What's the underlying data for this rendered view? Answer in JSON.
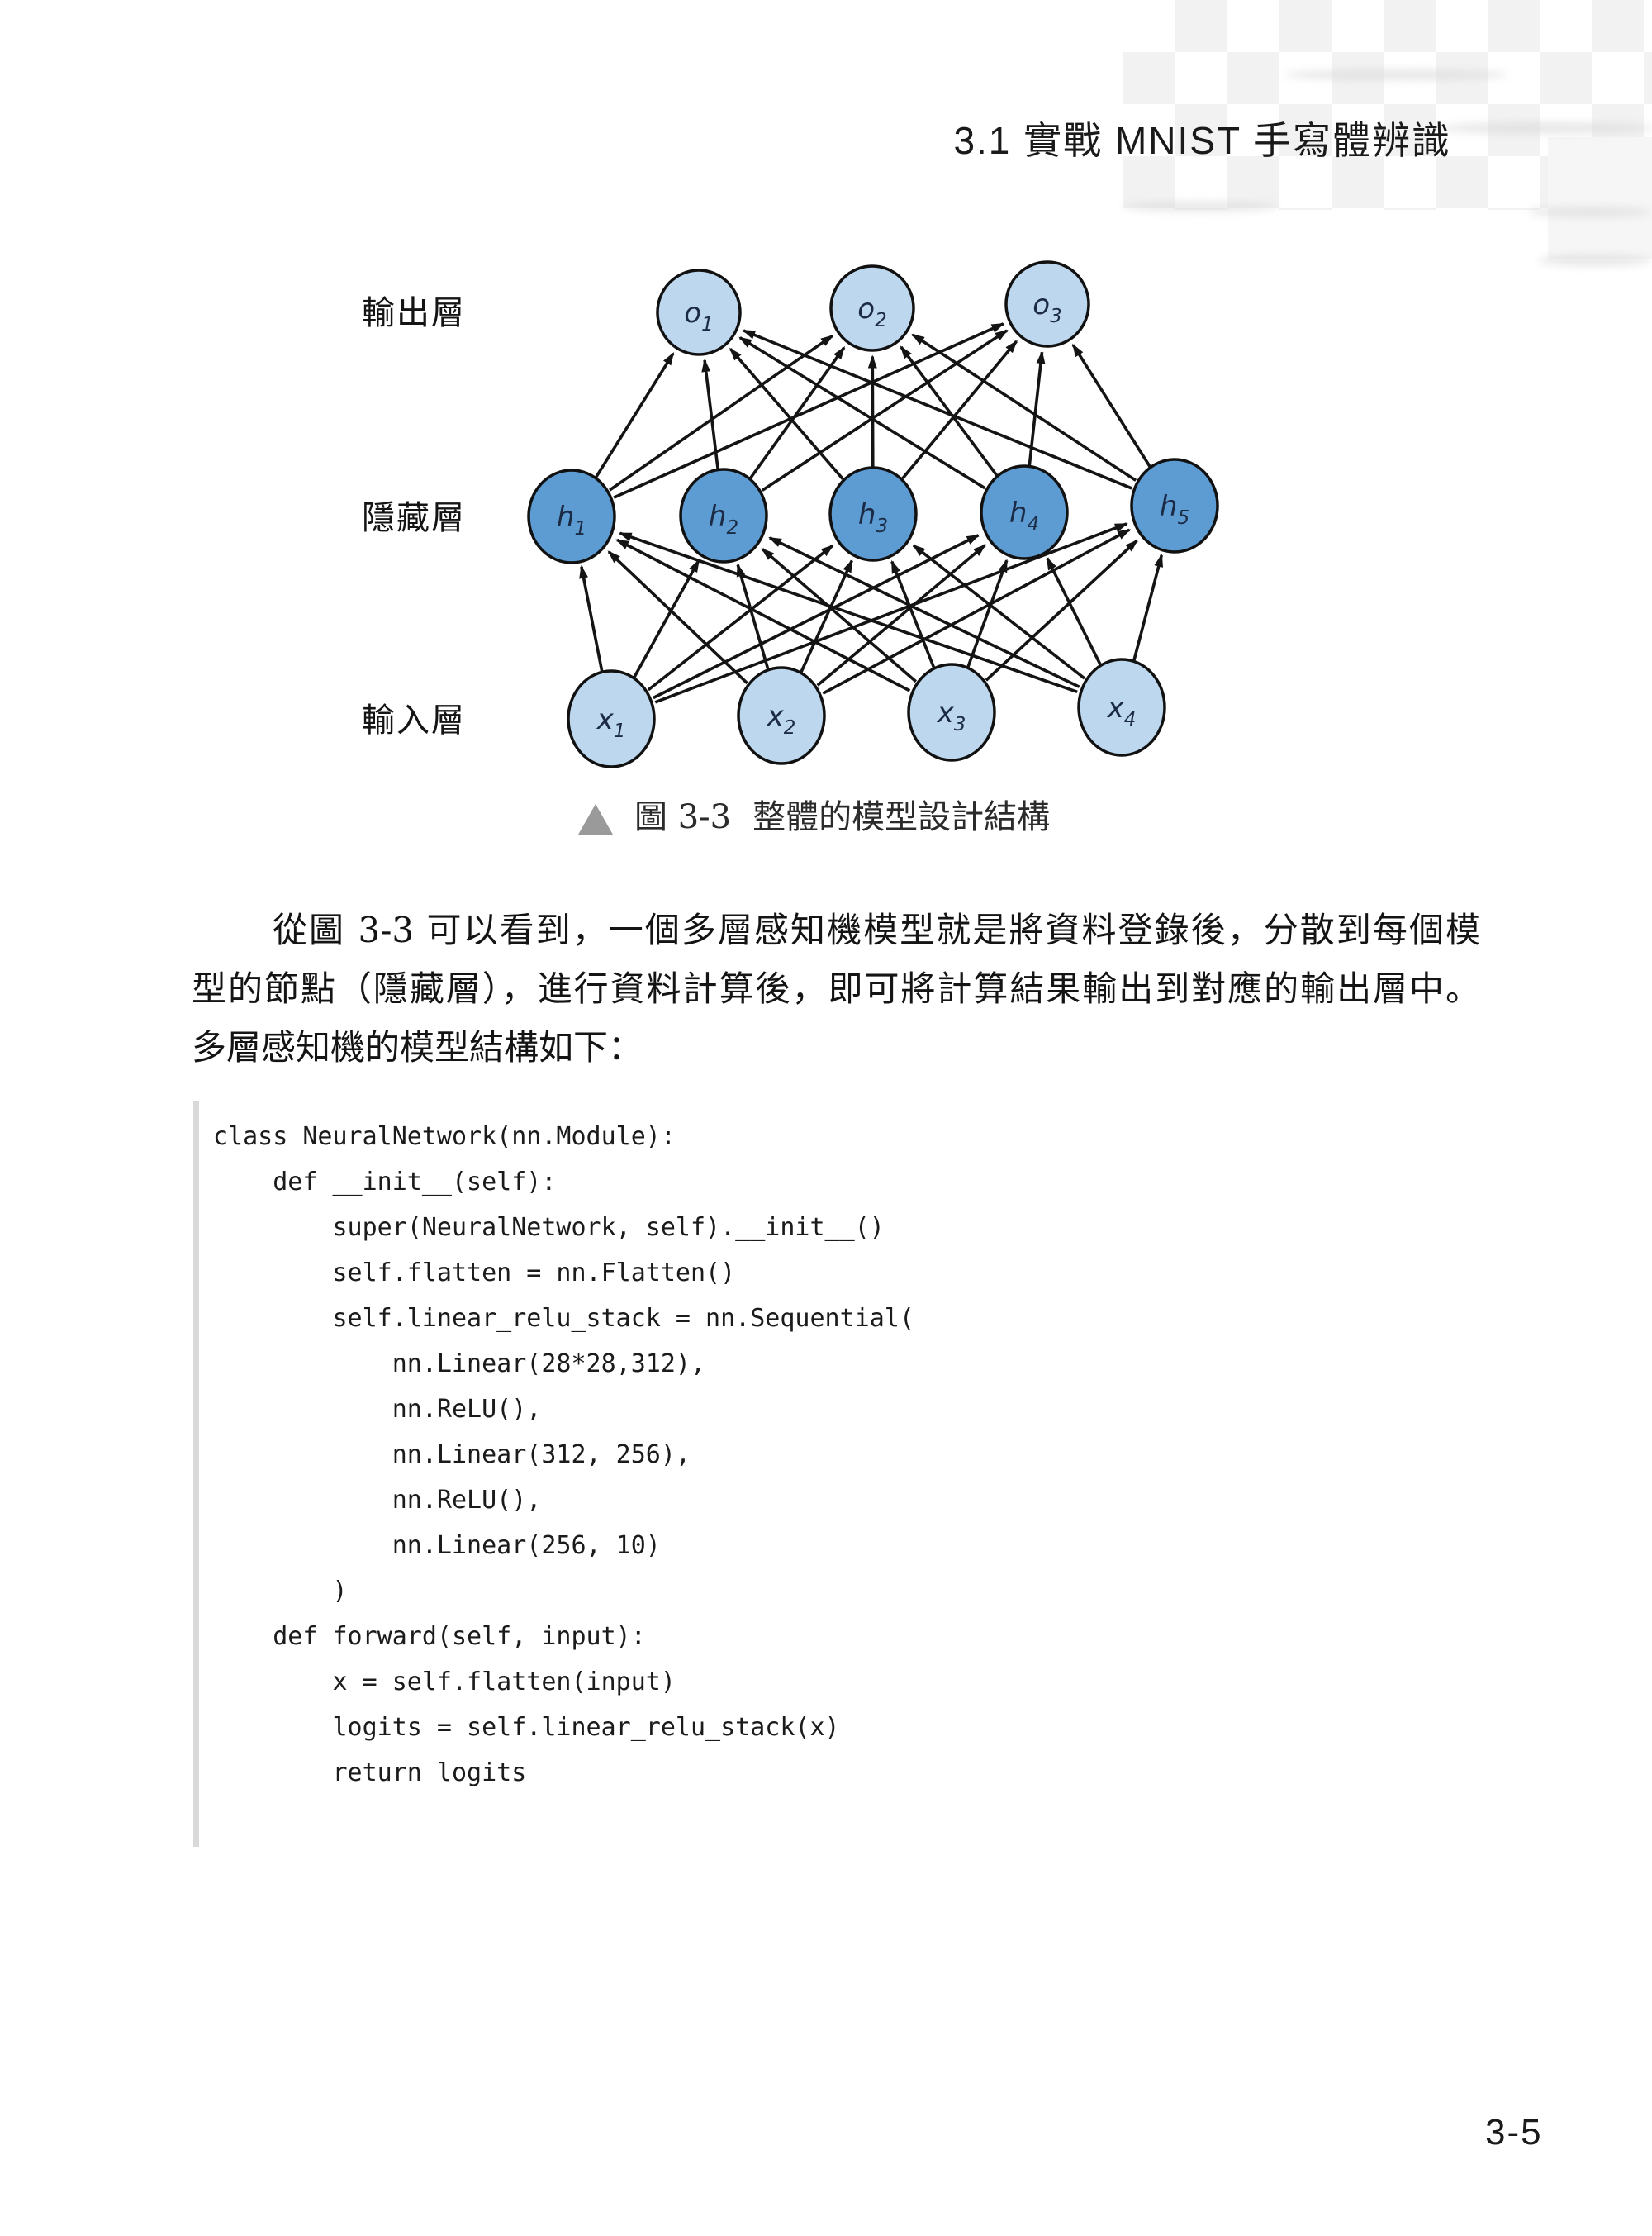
{
  "page": {
    "header_title": "3.1 實戰 MNIST 手寫體辨識",
    "page_number": "3-5"
  },
  "figure": {
    "marker_icon": "triangle-up",
    "caption_label": "圖 3-3",
    "caption_title": "整體的模型設計結構",
    "layers": [
      {
        "role": "output",
        "name": "輸出層",
        "fill": "#bdd7ee",
        "nodes": [
          {
            "base": "o",
            "sub": "1"
          },
          {
            "base": "o",
            "sub": "2"
          },
          {
            "base": "o",
            "sub": "3"
          }
        ]
      },
      {
        "role": "hidden",
        "name": "隱藏層",
        "fill": "#5d9cd3",
        "nodes": [
          {
            "base": "h",
            "sub": "1"
          },
          {
            "base": "h",
            "sub": "2"
          },
          {
            "base": "h",
            "sub": "3"
          },
          {
            "base": "h",
            "sub": "4"
          },
          {
            "base": "h",
            "sub": "5"
          }
        ]
      },
      {
        "role": "input",
        "name": "輸入層",
        "fill": "#bdd7ee",
        "nodes": [
          {
            "base": "x",
            "sub": "1"
          },
          {
            "base": "x",
            "sub": "2"
          },
          {
            "base": "x",
            "sub": "3"
          },
          {
            "base": "x",
            "sub": "4"
          }
        ]
      }
    ],
    "colors": {
      "node_stroke": "#111111",
      "node_label": "#1c2b45",
      "arrow": "#141414",
      "caption_marker": "#9a9a9a"
    }
  },
  "paragraph": {
    "lines": [
      "從圖 3-3 可以看到，一個多層感知機模型就是將資料登錄後，分散到每個模",
      "型的節點（隱藏層），進行資料計算後，即可將計算結果輸出到對應的輸出層中。",
      "多層感知機的模型結構如下："
    ]
  },
  "code": {
    "lines": [
      "class NeuralNetwork(nn.Module):",
      "    def __init__(self):",
      "        super(NeuralNetwork, self).__init__()",
      "        self.flatten = nn.Flatten()",
      "        self.linear_relu_stack = nn.Sequential(",
      "            nn.Linear(28*28,312),",
      "            nn.ReLU(),",
      "            nn.Linear(312, 256),",
      "            nn.ReLU(),",
      "            nn.Linear(256, 10)",
      "        )",
      "    def forward(self, input):",
      "        x = self.flatten(input)",
      "        logits = self.linear_relu_stack(x)",
      "        return logits"
    ]
  }
}
